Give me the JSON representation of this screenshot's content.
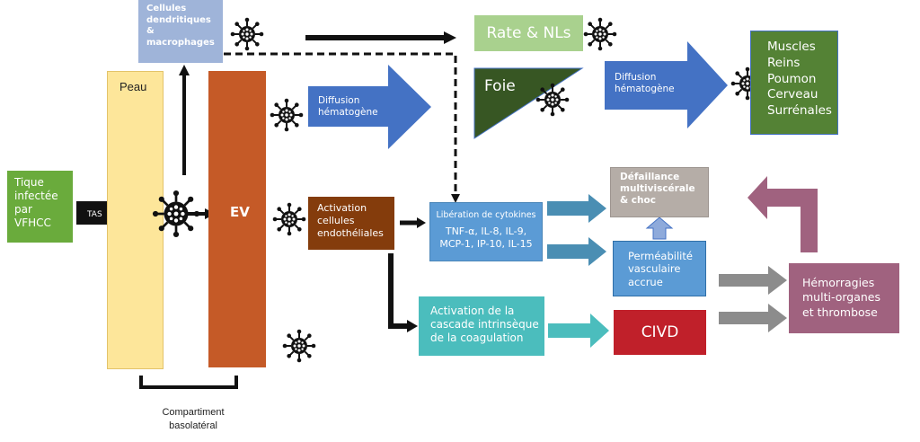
{
  "diagram": {
    "dendritic_cells": "Cellules\ndendritiques\n&\nmacrophages",
    "skin": "Peau",
    "ev": "EV",
    "tick": "Tique\ninfectée\npar\nVFHCC",
    "tas": "TAS",
    "spleen": "Rate & NLs",
    "liver": "Foie",
    "organs": "Muscles\nReins\nPoumon\nCerveau\nSurrénales",
    "diffusion_1": "Diffusion\nhématogène",
    "diffusion_2": "Diffusion\nhématogène",
    "endothelial_activation": "Activation\ncellules\nendothéliales",
    "cytokines_title": "Libération de cytokines",
    "cytokines_list": "TNF-α, IL-8, IL-9,\nMCP-1, IP-10, IL-15",
    "organ_failure": "Défaillance\nmultiviscérale\n& choc",
    "vascular_permeability": "Perméabilité\nvasculaire\naccrue",
    "coagulation": "Activation de la\ncascade intrinsèque\nde la coagulation",
    "civd": "CIVD",
    "hemorrhage": "Hémorragies\nmulti-organes\net thrombose",
    "compartment": "Compartiment\nbasolatéral"
  },
  "icons": {
    "virus": "virus-icon"
  },
  "colors": {
    "dendritic": "#9fb4d9",
    "skin": "#fde69a",
    "ev": "#c55a27",
    "tick": "#6aab3c",
    "spleen": "#a9d18e",
    "liver": "#375623",
    "organs": "#548235",
    "diffusion_arrow": "#4472c4",
    "endothelial": "#843c0c",
    "cytokines": "#5b9bd5",
    "organ_failure": "#b5ada7",
    "permeability": "#5b9bd5",
    "coagulation": "#4bbdbd",
    "civd": "#c0202a",
    "hemorrhage": "#a0627f",
    "gray_arrow": "#8c8c8c"
  }
}
